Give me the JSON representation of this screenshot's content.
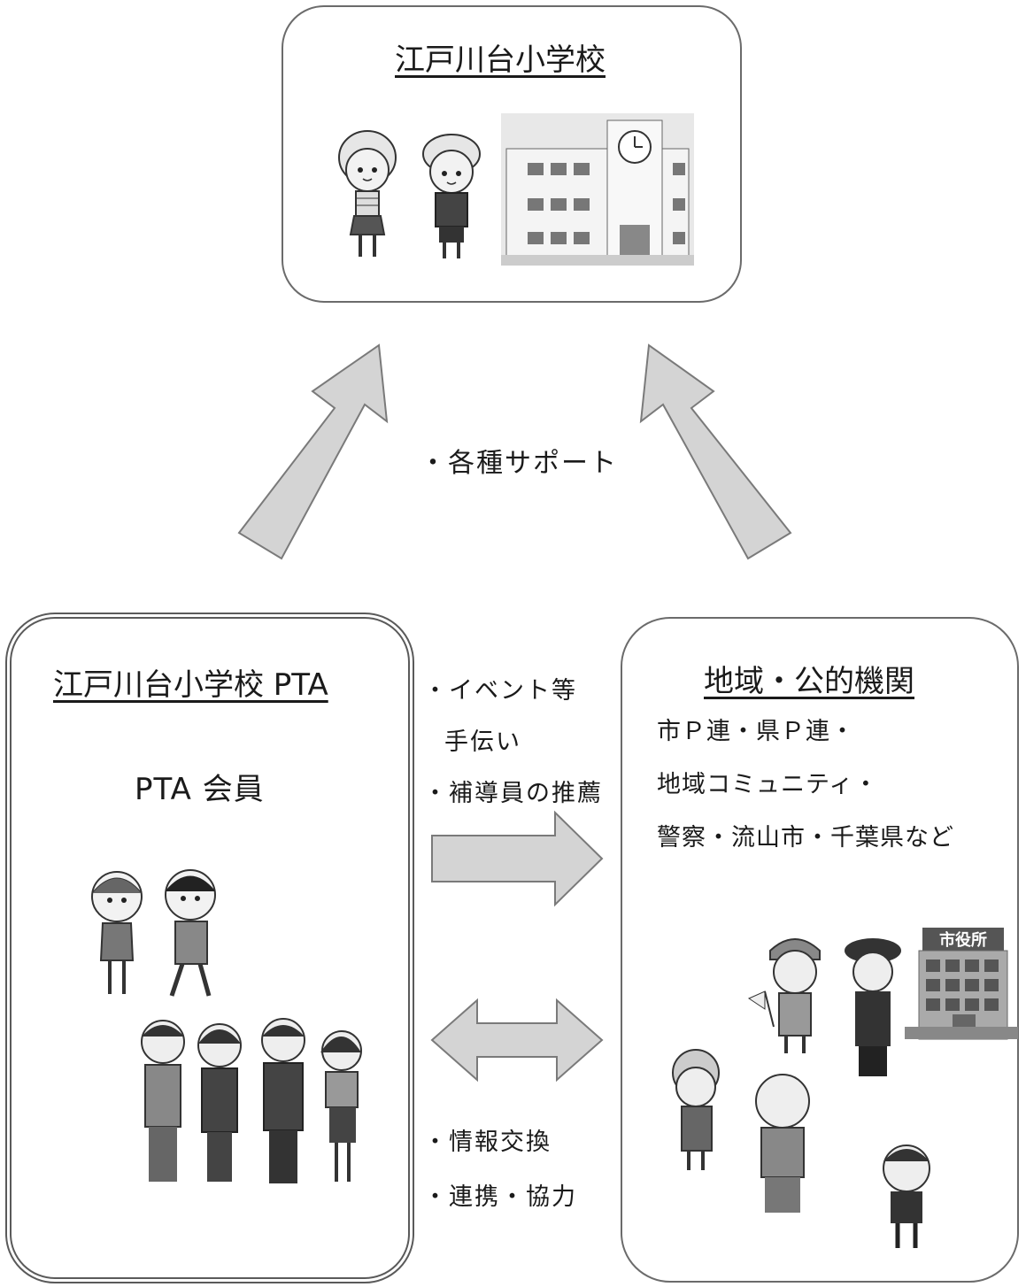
{
  "school": {
    "title": "江戸川台小学校"
  },
  "support": {
    "label": "・各種サポート"
  },
  "pta": {
    "title": "江戸川台小学校 PTA",
    "members": "PTA 会員"
  },
  "region": {
    "title": "地域・公的機関",
    "lines": [
      "市Ｐ連・県Ｐ連・",
      "地域コミュニティ・",
      "警察・流山市・千葉県など"
    ],
    "city_hall_sign": "市役所"
  },
  "pta_to_region": {
    "lines": [
      "・イベント等",
      "手伝い",
      "・補導員の推薦"
    ]
  },
  "exchange": {
    "lines": [
      "・情報交換",
      "・連携・協力"
    ]
  },
  "colors": {
    "arrow_fill": "#d4d4d4",
    "arrow_stroke": "#7a7a7a",
    "border": "#6b6b6b"
  }
}
